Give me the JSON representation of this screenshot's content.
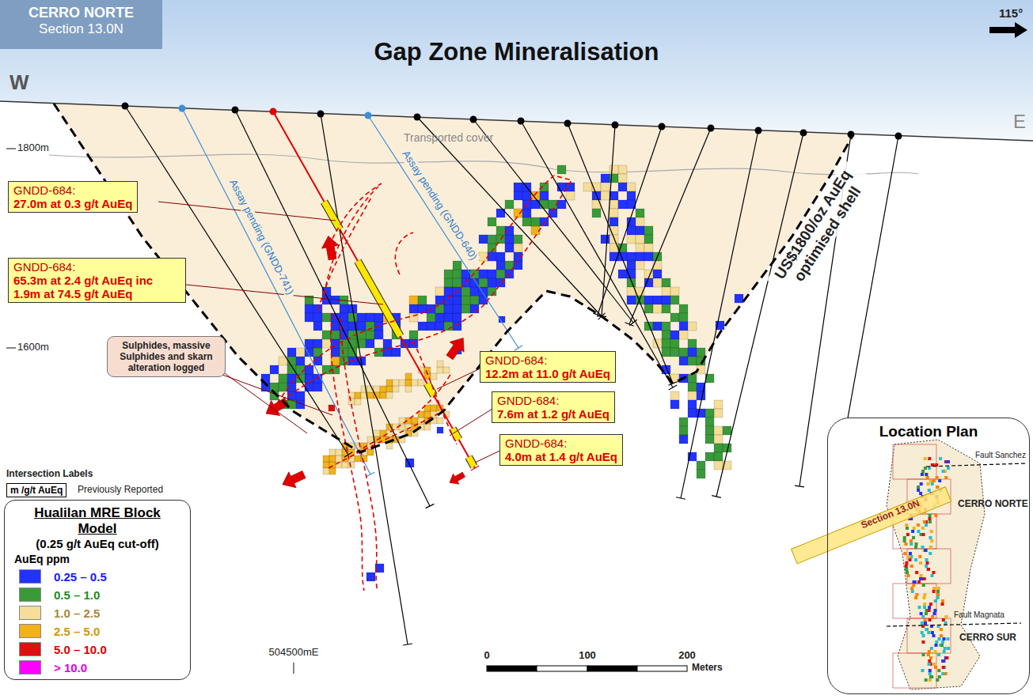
{
  "diagram": {
    "title": "Gap Zone Mineralisation",
    "nodes": [
      {
        "text": [
          "CERRO NORTE",
          "Section 13.0N"
        ]
      },
      {
        "text": [
          "GNDD-684:",
          "27.0m at 0.3 g/t AuEq"
        ]
      },
      {
        "text": [
          "GNDD-684:",
          "65.3m at 2.4 g/t AuEq inc 1.9m at 74.5 g/t AuEq"
        ]
      },
      {
        "text": [
          "Sulphides, massive Sulphides and skarn alteration logged"
        ]
      },
      {
        "text": [
          "GNDD-684:",
          "12.2m at 11.0 g/t AuEq"
        ]
      },
      {
        "text": [
          "GNDD-684:",
          "7.6m at 1.2 g/t AuEq"
        ]
      },
      {
        "text": [
          "GNDD-684:",
          "4.0m at 1.4 g/t AuEq"
        ]
      },
      {
        "text": [
          "m /g/t AuEq"
        ]
      },
      {
        "text": [
          "Hualilan MRE Block Model",
          "(0.25 g/t AuEq cut-off)",
          "AuEq ppm"
        ]
      },
      {
        "text": [
          "Location Plan"
        ]
      }
    ],
    "labels": [
      "115°",
      "W",
      "E",
      "1800m",
      "1600m",
      "Transported cover",
      "Assay pending (GNDD-741)",
      "Assay pending (GNDD-640)",
      "US$1800/oz AuEq optimised shell",
      "Intersection Labels",
      "Previously Reported",
      "504500mE",
      "0",
      "100",
      "200",
      "Meters",
      "Section 13.0N",
      "Fault Sanchez",
      "CERRO NORTE",
      "Fault Magnata",
      "CERRO SUR"
    ],
    "legend": [
      {
        "text": "0.25 – 0.5",
        "color": "#2233ff"
      },
      {
        "text": "0.5 – 1.0",
        "color": "#3a9a3a"
      },
      {
        "text": "1.0 – 2.5",
        "color": "#f5dd9a"
      },
      {
        "text": "2.5 – 5.0",
        "color": "#f2b21b"
      },
      {
        "text": "5.0 – 10.0",
        "color": "#e01010"
      },
      {
        "text": "> 10.0",
        "color": "#ff00ff"
      }
    ]
  }
}
